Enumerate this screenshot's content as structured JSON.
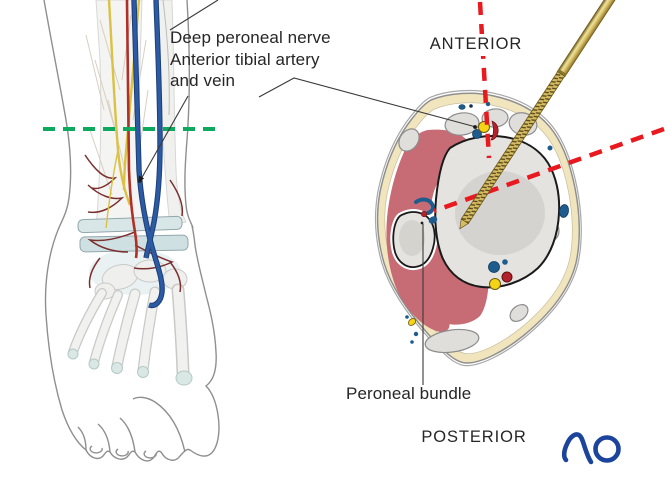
{
  "figure": {
    "annotation_label": "Deep peroneal nerve\nAnterior tibial artery\nand vein",
    "peroneal_label": "Peroneal bundle",
    "orientation_top": "ANTERIOR",
    "orientation_bottom": "POSTERIOR"
  },
  "logo": {
    "text": "AO",
    "color": "#1c449c"
  },
  "colors": {
    "level_line_green": "#0ca95e",
    "axis_line_red": "#e8191f",
    "pin_gold": "#d6bd62",
    "muscle_pink": "#c76b75",
    "bone_gray": "#e4e3e0",
    "skin_band_cream": "#f1e5bd",
    "vein_blue": "#1f5c8e",
    "artery_red": "#b2222b",
    "nerve_yellow": "#f5d416",
    "label_text": "#262626"
  }
}
